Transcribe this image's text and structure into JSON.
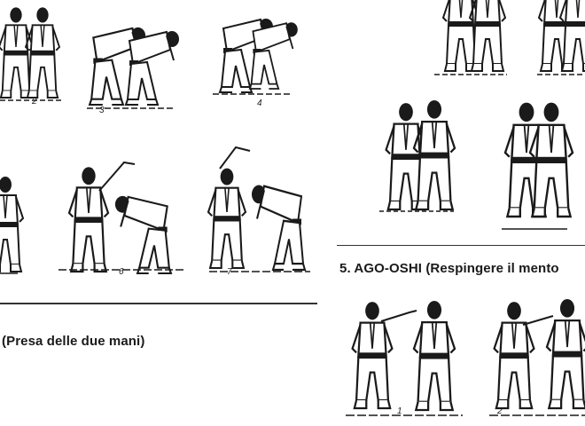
{
  "captions": {
    "left_section": "(Presa delle due mani)",
    "right_section": "5. AGO-OSHI (Respingere il mento"
  },
  "frame_numbers": {
    "top_row": [
      "2",
      "3",
      "4"
    ],
    "middle_row": [
      "6",
      "7"
    ],
    "right_bottom": [
      "1",
      "2"
    ]
  },
  "icons": [
    "judoka-figure"
  ]
}
